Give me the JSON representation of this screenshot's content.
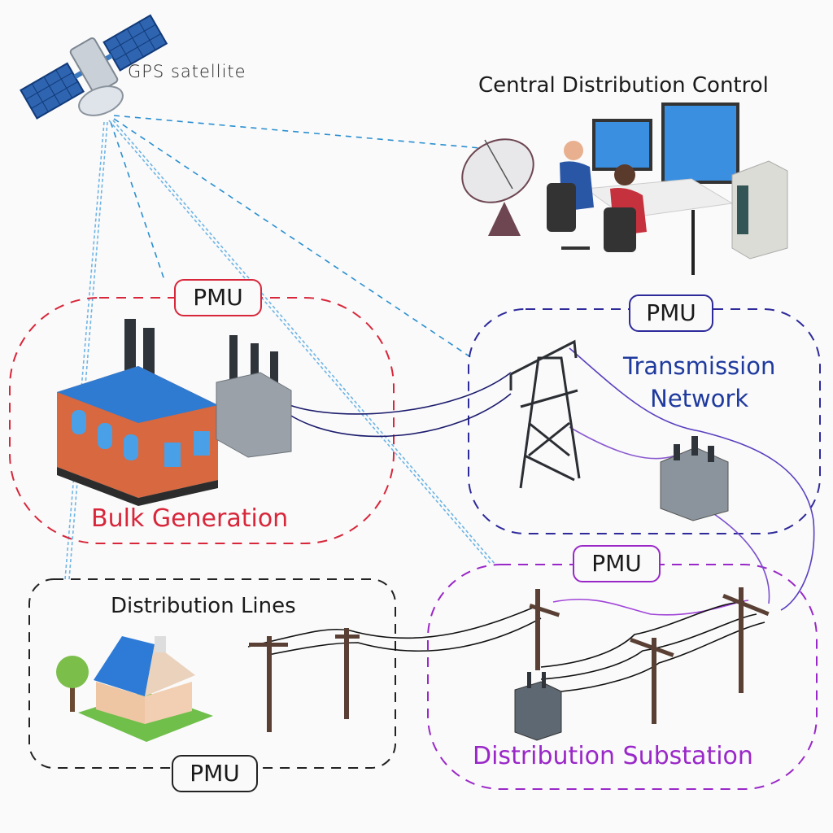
{
  "satellite": {
    "label": "GPS satellite",
    "icon": "gps-satellite-icon"
  },
  "control_center": {
    "title": "Central Distribution Control",
    "icons": [
      "satellite-dish-icon",
      "operators-icon",
      "monitors-icon",
      "server-rack-icon"
    ]
  },
  "zones": [
    {
      "id": "bulk-generation",
      "title": "Bulk Generation",
      "pmu_label": "PMU",
      "color": "#d8263a",
      "icons": [
        "power-plant-icon",
        "generator-transformer-icon"
      ]
    },
    {
      "id": "transmission-network",
      "title": "Transmission Network",
      "title_lines": [
        "Transmission",
        "Network"
      ],
      "pmu_label": "PMU",
      "color": "#2e2a9a",
      "icons": [
        "transmission-tower-icon",
        "transformer-icon"
      ]
    },
    {
      "id": "distribution-lines",
      "title": "Distribution Lines",
      "pmu_label": "PMU",
      "color": "#222222",
      "icons": [
        "house-icon",
        "tree-icon",
        "utility-pole-icon"
      ]
    },
    {
      "id": "distribution-substation",
      "title": "Distribution Substation",
      "pmu_label": "PMU",
      "color": "#9a28c8",
      "icons": [
        "pole-transformer-icon",
        "utility-pole-icon"
      ]
    }
  ],
  "links": [
    {
      "from": "GPS satellite",
      "to": "Central Distribution Control",
      "style": "dashed"
    },
    {
      "from": "GPS satellite",
      "to": "Bulk Generation",
      "style": "dashed"
    },
    {
      "from": "GPS satellite",
      "to": "Transmission Network",
      "style": "dashed"
    },
    {
      "from": "GPS satellite",
      "to": "Distribution Lines",
      "style": "double-dashed"
    },
    {
      "from": "GPS satellite",
      "to": "Distribution Substation",
      "style": "double-dashed"
    }
  ]
}
